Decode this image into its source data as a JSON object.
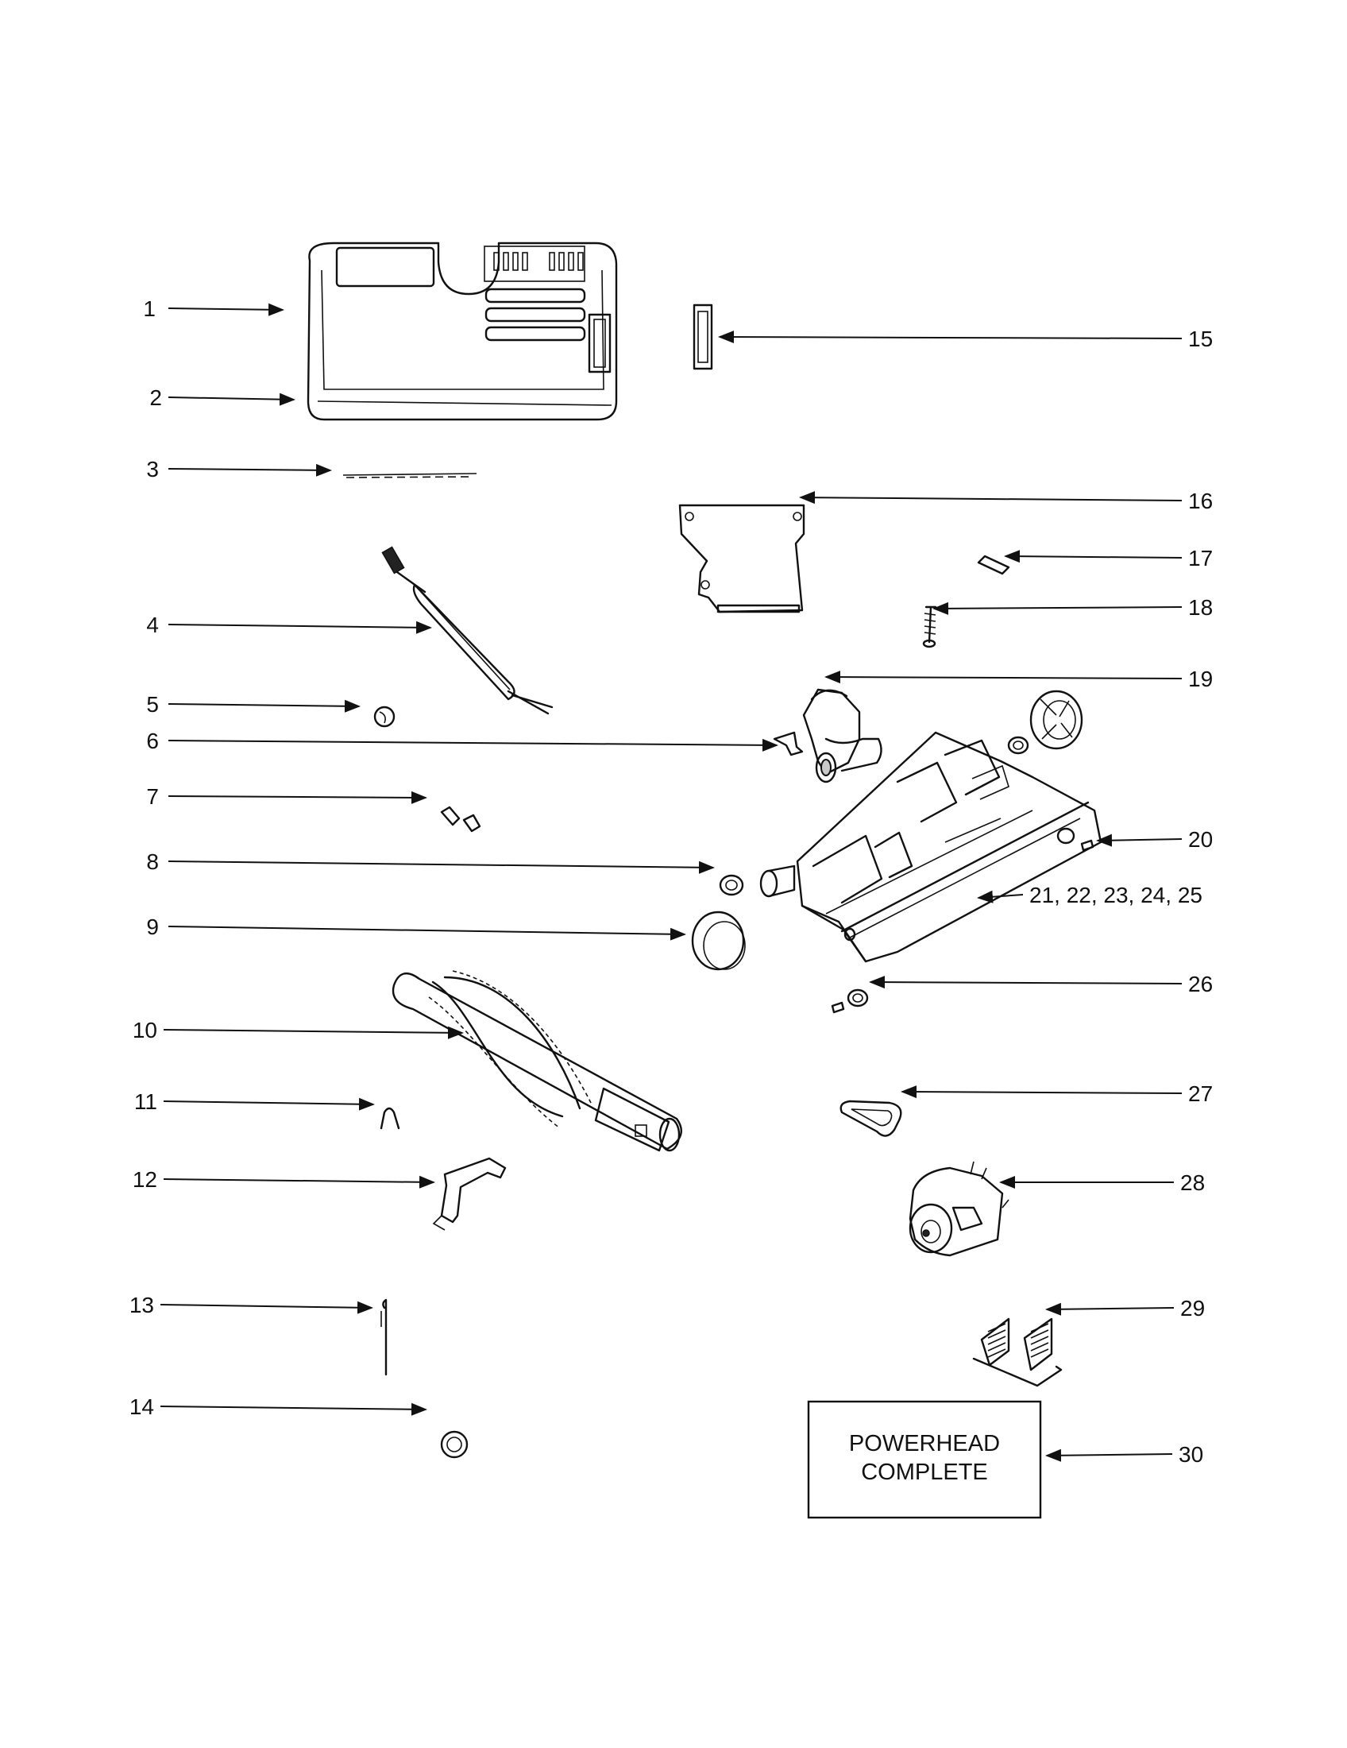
{
  "callouts": {
    "c1": "1",
    "c2": "2",
    "c3": "3",
    "c4": "4",
    "c5": "5",
    "c6": "6",
    "c7": "7",
    "c8": "8",
    "c9": "9",
    "c10": "10",
    "c11": "11",
    "c12": "12",
    "c13": "13",
    "c14": "14",
    "c15": "15",
    "c16": "16",
    "c17": "17",
    "c18": "18",
    "c19": "19",
    "c20": "20",
    "c21_25": "21, 22, 23, 24, 25",
    "c26": "26",
    "c27": "27",
    "c28": "28",
    "c29": "29",
    "c30": "30"
  },
  "powerhead_box": {
    "line1": "POWERHEAD",
    "line2": "COMPLETE"
  },
  "colors": {
    "ink": "#111111",
    "background": "#ffffff"
  }
}
